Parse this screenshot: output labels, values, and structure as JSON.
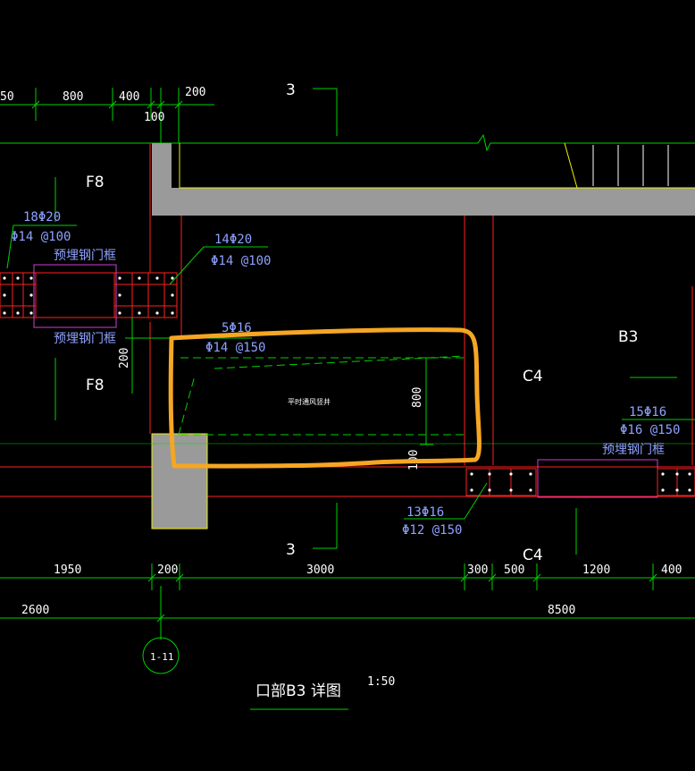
{
  "dims_top": [
    "50",
    "800",
    "400",
    "100",
    "200"
  ],
  "section_marks": [
    "3",
    "3"
  ],
  "rooms": {
    "f8_upper": "F8",
    "f8_lower": "F8",
    "b3": "B3",
    "c4_mid": "C4",
    "c4_low": "C4"
  },
  "rebar_notes": {
    "left_main": "18Φ20",
    "left_stirrup": "Φ14 @100",
    "mid_main": "14Φ20",
    "mid_stirrup": "Φ14 @100",
    "beam_main": "5Φ16",
    "beam_stirrup": "Φ14 @150",
    "low_main": "13Φ16",
    "low_stirrup": "Φ12 @150",
    "right_main": "15Φ16",
    "right_stirrup": "Φ16 @150"
  },
  "frame_labels": {
    "left_top": "预埋钢门框",
    "left_bottom": "预埋钢门框",
    "right": "预埋钢门框"
  },
  "opening_label": "平时通风竖井",
  "vertical_dims": {
    "d200": "200",
    "d800": "800",
    "d100": "100"
  },
  "dims_bottom_row1": [
    "1950",
    "200",
    "3000",
    "300",
    "500",
    "1200",
    "400"
  ],
  "dims_bottom_row2": [
    "2600",
    "8500"
  ],
  "axis_bubble": "1-11",
  "title": "口部B3 详图",
  "scale": "1:50",
  "colors": {
    "background": "#000000",
    "dimension": "#00d000",
    "wall": "#ff2020",
    "slab": "#f0f000",
    "fill": "#9a9a9a",
    "text_note": "#8ea2ff",
    "highlight": "#f5a623",
    "frame": "#d040d0"
  }
}
